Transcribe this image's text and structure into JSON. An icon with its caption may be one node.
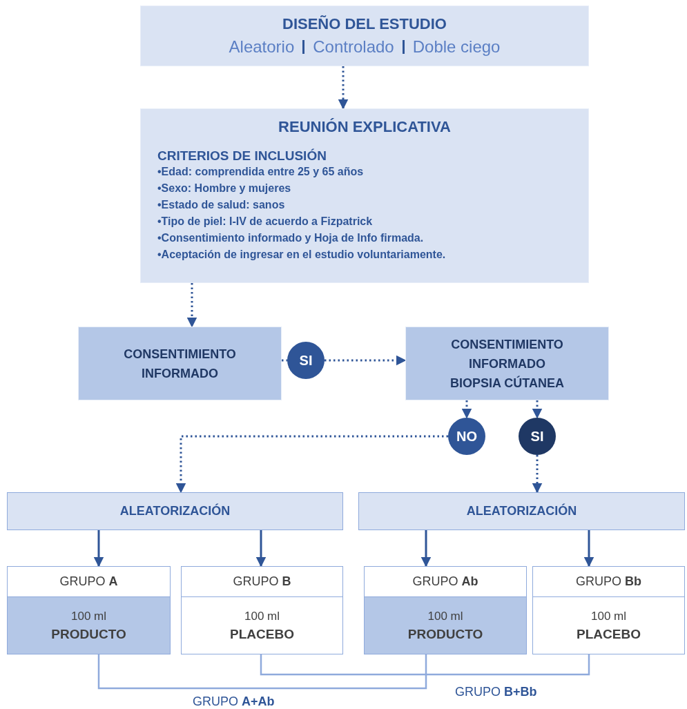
{
  "diagram": {
    "nodes": [
      {
        "text": [
          "DISEÑO DEL ESTUDIO",
          "Aleatorio",
          "Controlado",
          "Doble ciego"
        ]
      },
      {
        "text": [
          "REUNIÓN EXPLICATIVA",
          "CRITERIOS DE INCLUSIÓN",
          "•Edad: comprendida entre 25 y 65 años",
          "•Sexo: Hombre y mujeres",
          "•Estado de salud: sanos",
          "•Tipo de piel: I-IV de acuerdo a Fizpatrick",
          "•Consentimiento informado y Hoja de Info firmada.",
          "•Aceptación de ingresar en el estudio voluntariamente."
        ]
      },
      {
        "text": [
          "CONSENTIMIENTO INFORMADO"
        ]
      },
      {
        "text": [
          "SI"
        ]
      },
      {
        "text": [
          "CONSENTIMIENTO INFORMADO BIOPSIA CÚTANEA"
        ]
      },
      {
        "text": [
          "NO"
        ]
      },
      {
        "text": [
          "SI"
        ]
      },
      {
        "text": [
          "ALEATORIZACIÓN"
        ]
      },
      {
        "text": [
          "ALEATORIZACIÓN"
        ]
      },
      {
        "text": [
          "GRUPO **A**",
          "100 ml",
          "PRODUCTO"
        ]
      },
      {
        "text": [
          "GRUPO **B**",
          "100 ml",
          "PLACEBO"
        ]
      },
      {
        "text": [
          "GRUPO **Ab**",
          "100 ml",
          "PRODUCTO"
        ]
      },
      {
        "text": [
          "GRUPO **Bb**",
          "100 ml",
          "PLACEBO"
        ]
      }
    ],
    "edges": [
      {
        "from": 0,
        "to": 1,
        "arrow": "to",
        "style": "dashed"
      },
      {
        "from": 1,
        "to": 2,
        "arrow": "to",
        "style": "dashed"
      },
      {
        "from": 2,
        "to": 3,
        "arrow": "none",
        "style": "dashed"
      },
      {
        "from": 3,
        "to": 4,
        "arrow": "to",
        "style": "dashed"
      },
      {
        "from": 4,
        "to": 5,
        "arrow": "to",
        "style": "dashed"
      },
      {
        "from": 4,
        "to": 6,
        "arrow": "to",
        "style": "dashed"
      },
      {
        "from": 5,
        "to": 7,
        "arrow": "to",
        "style": "dashed"
      },
      {
        "from": 6,
        "to": 8,
        "arrow": "to",
        "style": "dashed"
      },
      {
        "from": 7,
        "to": 9,
        "arrow": "to"
      },
      {
        "from": 7,
        "to": 10,
        "arrow": "to"
      },
      {
        "from": 8,
        "to": 11,
        "arrow": "to"
      },
      {
        "from": 8,
        "to": 12,
        "arrow": "to"
      },
      {
        "from": 9,
        "to": 11,
        "arrow": "none",
        "label": "GRUPO **A+Ab**",
        "color": "#8faadc"
      },
      {
        "from": 10,
        "to": 12,
        "arrow": "none",
        "label": "GRUPO **B+Bb**",
        "color": "#8faadc"
      }
    ]
  }
}
